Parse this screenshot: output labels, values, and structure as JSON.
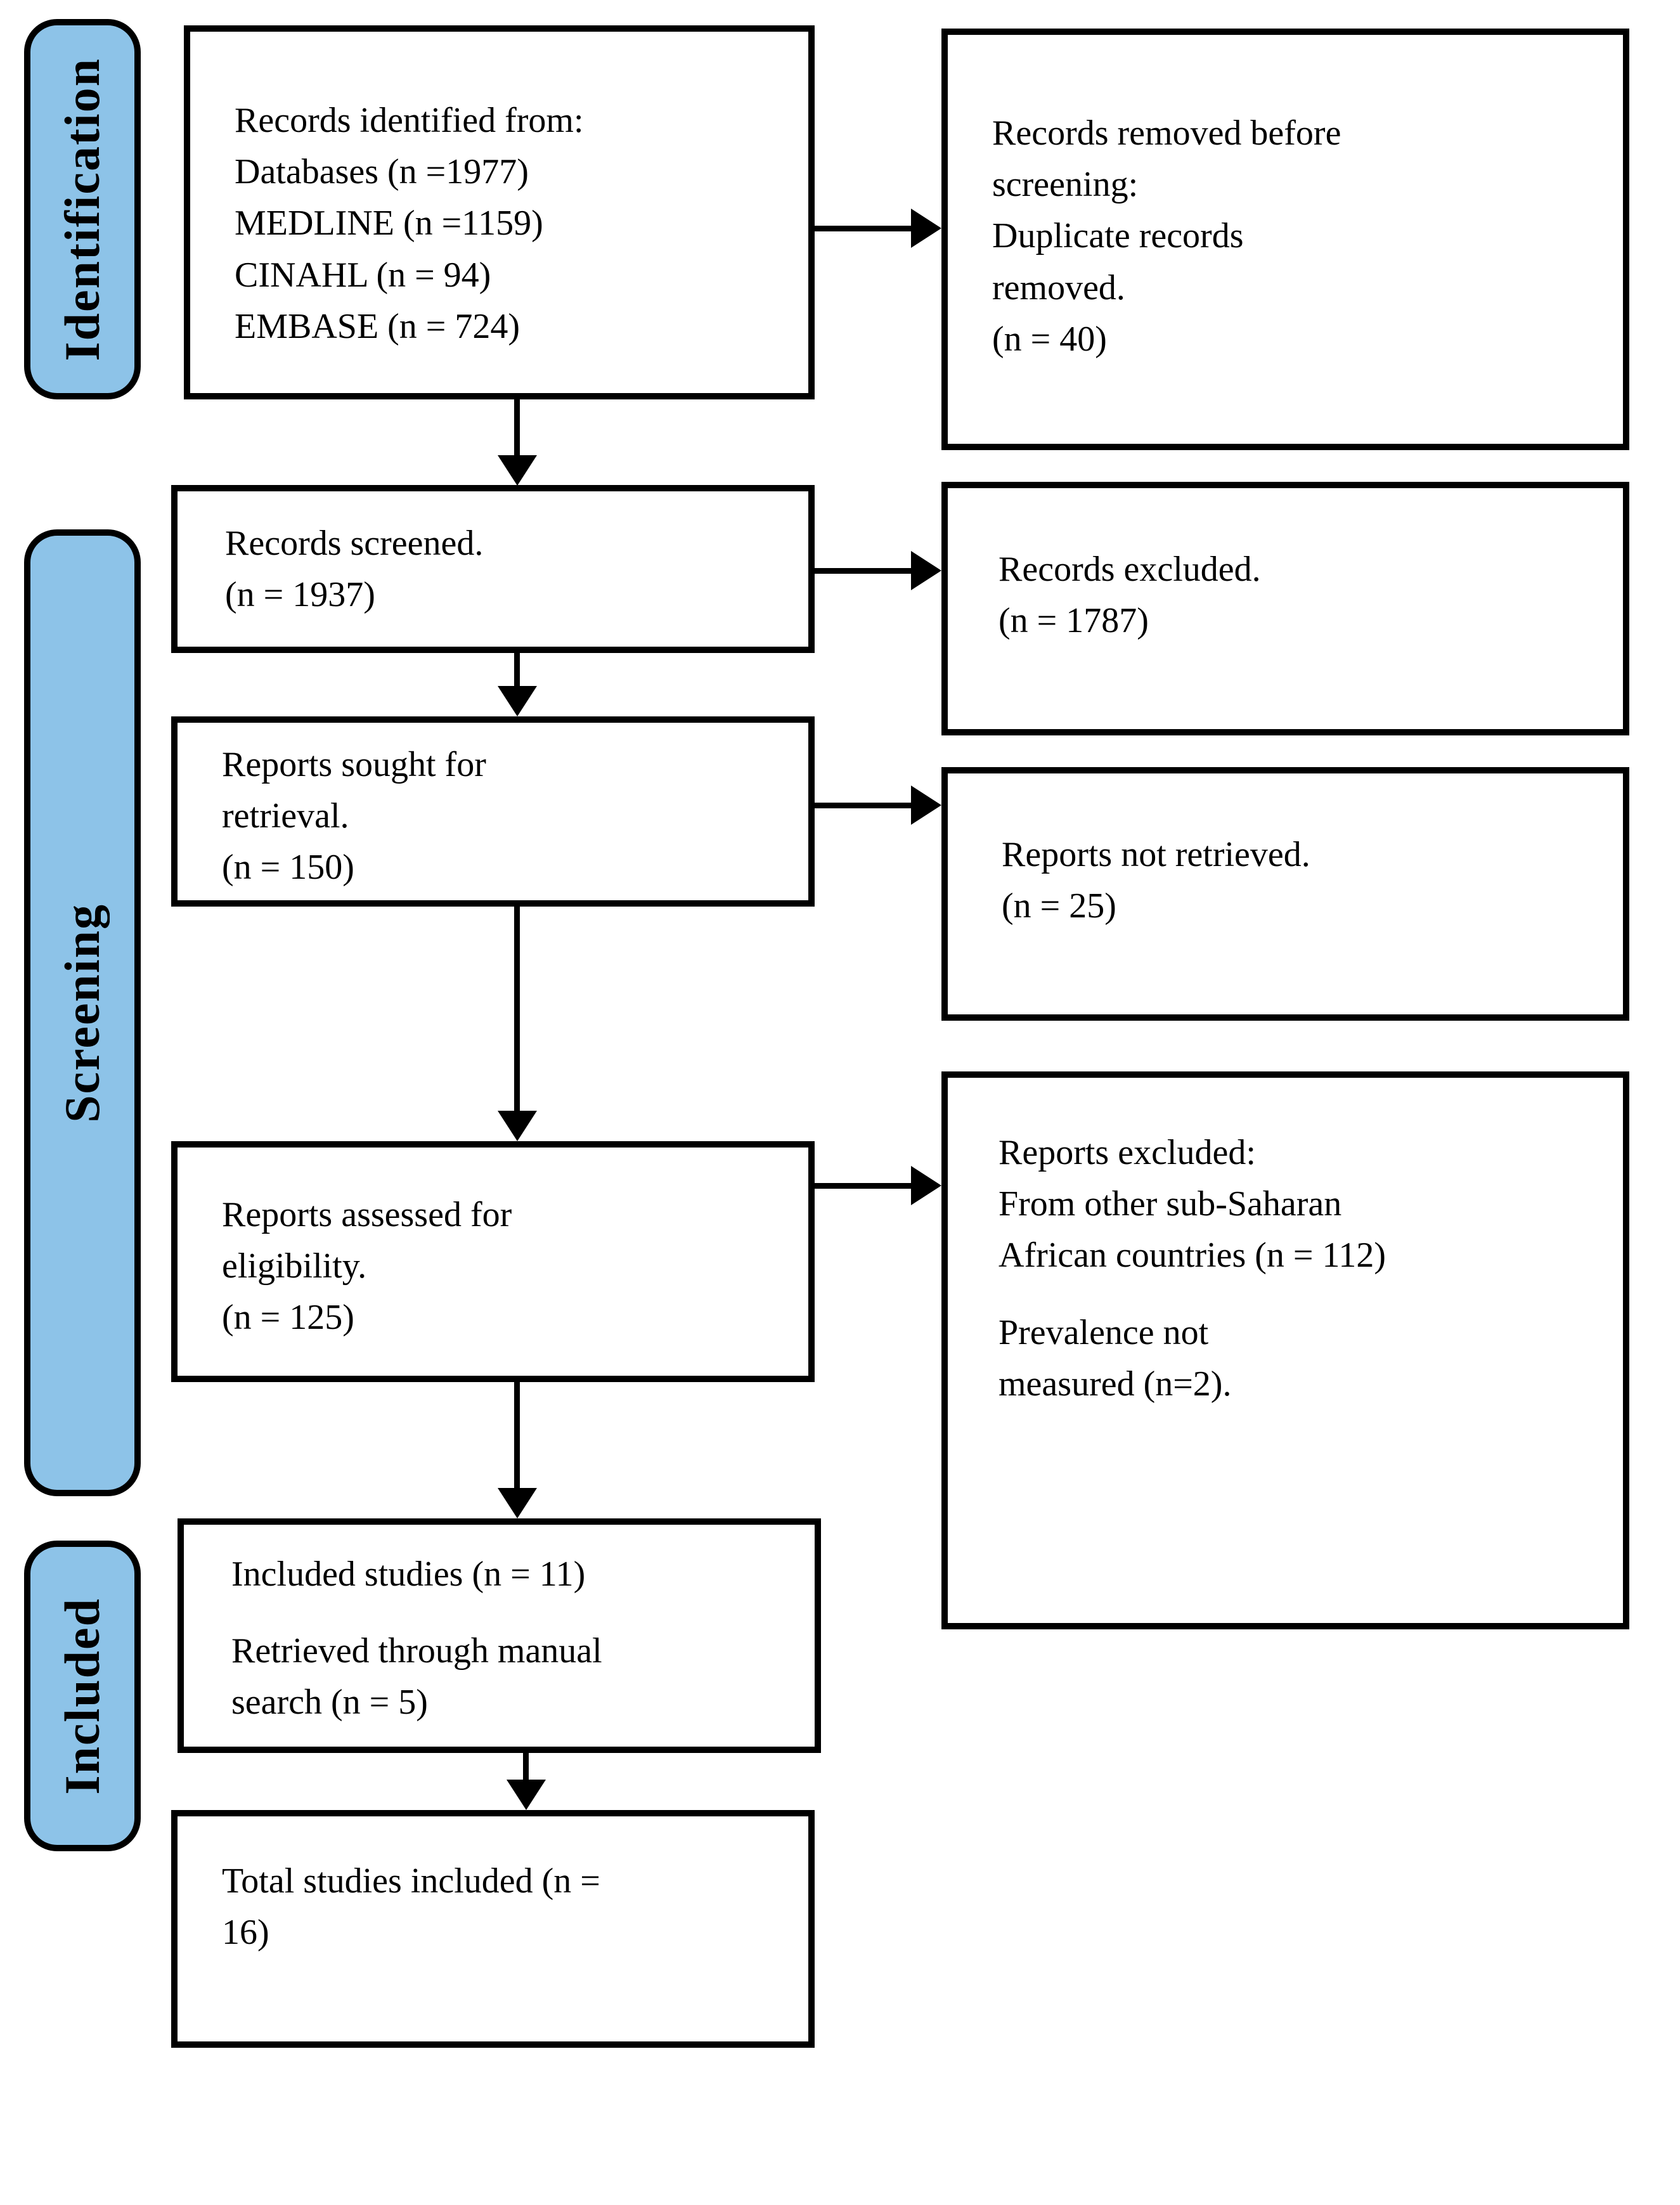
{
  "figure": {
    "type": "prisma-flow-diagram"
  },
  "colors": {
    "stage_label_fill": "#8dc3e8",
    "box_border": "#000000",
    "text": "#000000",
    "background": "#ffffff"
  },
  "stage_labels": [
    {
      "id": "identification",
      "label": "Identification"
    },
    {
      "id": "screening",
      "label": "Screening"
    },
    {
      "id": "included",
      "label": "Included"
    }
  ],
  "boxes": [
    {
      "id": "records-identified",
      "lines": [
        "Records identified from:",
        "Databases (n =1977)",
        "MEDLINE (n =1159)",
        "CINAHL (n = 94)",
        "EMBASE (n = 724)"
      ]
    },
    {
      "id": "records-removed",
      "lines": [
        "Records removed before",
        "screening:",
        "Duplicate records",
        "removed.",
        "(n = 40)"
      ]
    },
    {
      "id": "records-screened",
      "lines": [
        "Records screened.",
        "(n = 1937)"
      ]
    },
    {
      "id": "records-excluded",
      "lines": [
        "Records excluded.",
        "(n = 1787)"
      ]
    },
    {
      "id": "reports-sought",
      "lines": [
        "Reports sought for",
        "retrieval.",
        "(n = 150)"
      ]
    },
    {
      "id": "reports-not-retrieved",
      "lines": [
        "Reports not retrieved.",
        "(n = 25)"
      ]
    },
    {
      "id": "reports-assessed",
      "lines": [
        "Reports assessed for",
        "eligibility.",
        "(n = 125)"
      ]
    },
    {
      "id": "reports-excluded",
      "lines": [
        "Reports excluded:",
        "From other sub-Saharan",
        "African countries (n = 112)",
        "",
        "Prevalence not",
        "measured  (n=2)."
      ]
    },
    {
      "id": "included-studies",
      "lines": [
        "Included studies (n = 11)",
        "",
        "Retrieved through manual",
        "search (n = 5)"
      ]
    },
    {
      "id": "total-studies",
      "lines": [
        "Total studies included (n =",
        "16)"
      ]
    }
  ]
}
